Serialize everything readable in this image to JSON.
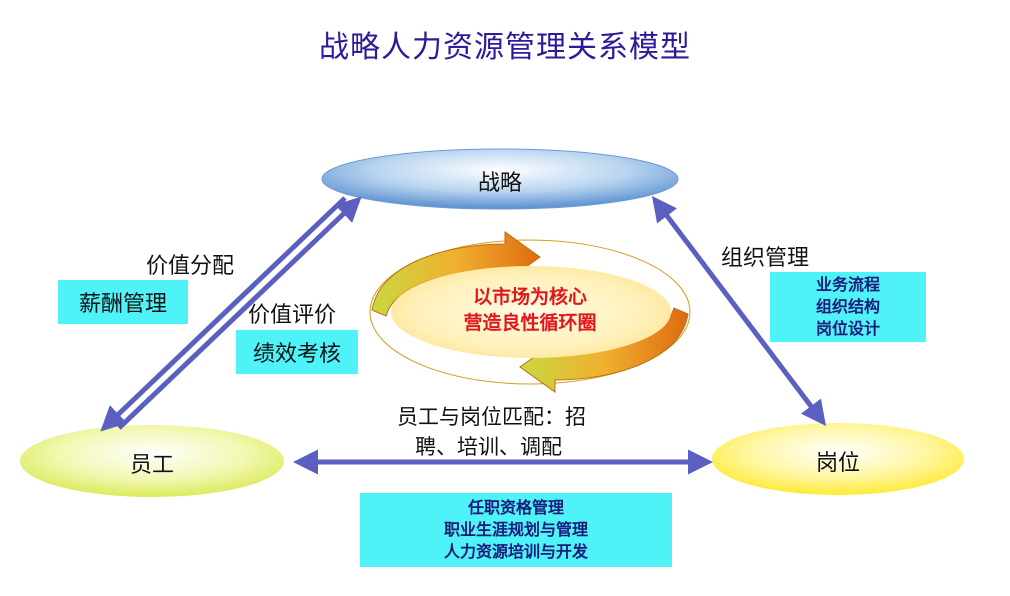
{
  "title": "战略人力资源管理关系模型",
  "nodes": {
    "strategy": "战略",
    "employee": "员工",
    "position": "岗位"
  },
  "left_edge": {
    "label_top": "价值分配",
    "box_top": "薪酬管理",
    "label_bottom": "价值评价",
    "box_bottom": "绩效考核"
  },
  "right_edge": {
    "label": "组织管理",
    "items": [
      "业务流程",
      "组织结构",
      "岗位设计"
    ]
  },
  "bottom_edge": {
    "label_line1": "员工与岗位匹配：招",
    "label_line2": "聘、培训、调配",
    "items": [
      "任职资格管理",
      "职业生涯规划与管理",
      "人力资源培训与开发"
    ]
  },
  "cycle": {
    "line1": "以市场为核心",
    "line2": "营造良性循环圈"
  },
  "colors": {
    "title": "#2e1a9a",
    "arrow": "#5a5fc0",
    "box": "#4ef2f7",
    "cycle_text": "#e0181c",
    "strategy_fill": "#6a9fd8",
    "employee_fill": "#e6f070",
    "position_fill": "#ffee40",
    "ring": "#f0a020"
  }
}
